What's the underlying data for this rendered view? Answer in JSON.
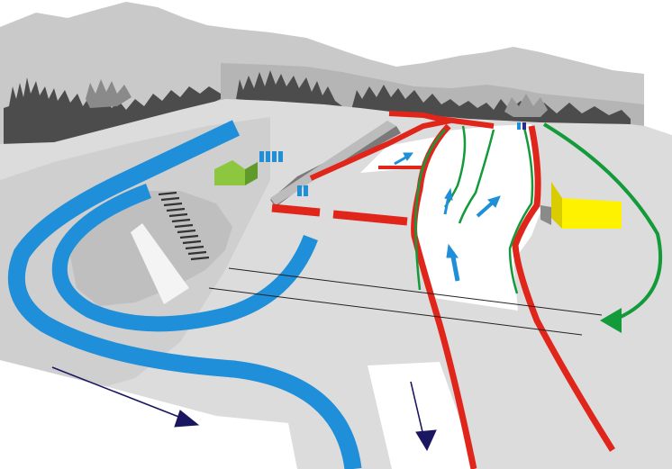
{
  "diagram": {
    "colors": {
      "background": "#ffffff",
      "mountains_far": "#c8c8c8",
      "mountains_near": "#b2b2b2",
      "forest": "#4a4a4a",
      "forest_light": "#8a8a8a",
      "terrain": "#dedede",
      "terrain_dark": "#bdbdbd",
      "track_blue": "#1f8fd8",
      "corridor_red": "#e0251b",
      "corridor_green": "#139a3a",
      "arrow_navy": "#1a1660",
      "building_yellow": "#fff200",
      "hut_green": "#8dc63f",
      "stadium_grey": "#7a7a7a",
      "steps_dark": "#333333",
      "line_thin": "#222222"
    },
    "elements": [
      "background-mountains",
      "forest-silhouette",
      "blue-ski-track",
      "start-stadium-corridors",
      "yellow-building",
      "green-hut",
      "portable-toilets",
      "direction-arrows"
    ]
  }
}
